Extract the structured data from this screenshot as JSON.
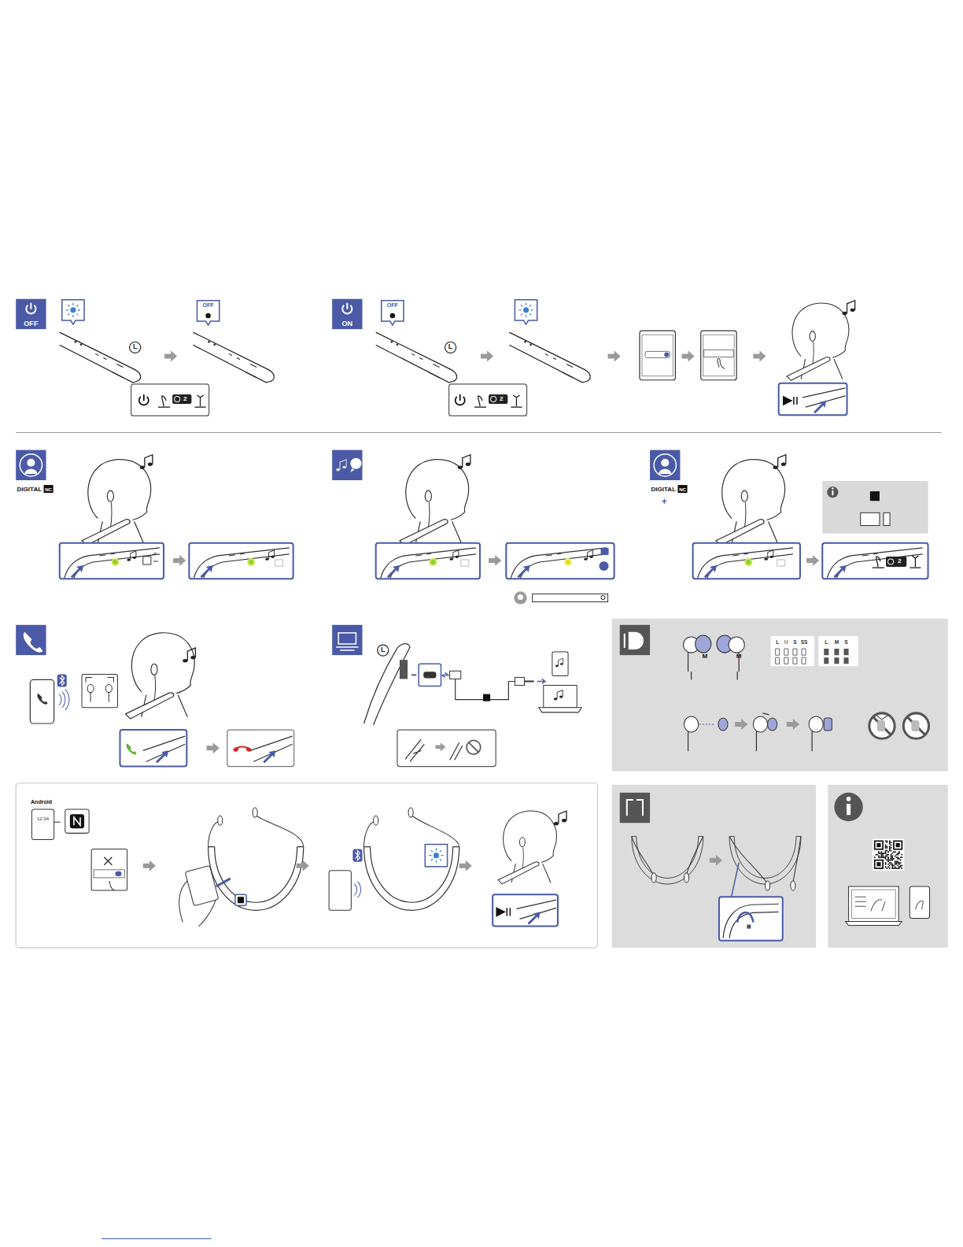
{
  "diagram": {
    "nodes": [
      {
        "text": [
          "OFF"
        ]
      },
      {
        "text": [
          "OFF"
        ]
      },
      {
        "text": [
          "ON"
        ]
      },
      {
        "text": [
          "OFF"
        ]
      }
    ],
    "labels": [
      "L",
      "2",
      "L",
      "2",
      "DIGITAL",
      "NC",
      "DIGITAL",
      "NC",
      "+",
      "2",
      "L",
      "M",
      "M",
      "L",
      "M",
      "S",
      "SS",
      "L",
      "M",
      "S",
      "Android",
      "12:34"
    ]
  }
}
